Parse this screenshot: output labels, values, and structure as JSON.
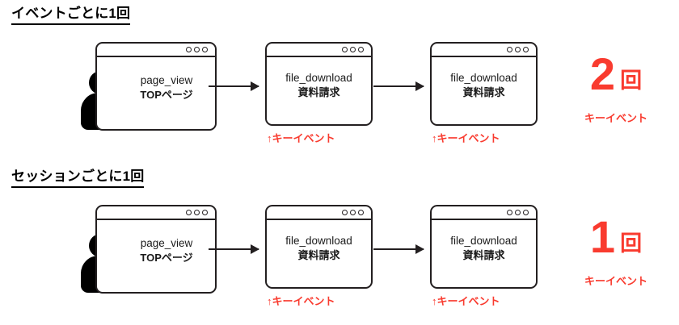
{
  "page": {
    "background_color": "#ffffff",
    "accent_red": "#f93b2f",
    "ink_black": "#231f20"
  },
  "rows": [
    {
      "title": "イベントごとに1回",
      "person_icon": "person-icon",
      "cards": [
        {
          "icon": "browser-window-icon",
          "line1": "page_view",
          "line2": "TOPページ",
          "key_event_label": null
        },
        {
          "icon": "browser-window-icon",
          "line1": "file_download",
          "line2": "資料請求",
          "key_event_label": "↑キーイベント"
        },
        {
          "icon": "browser-window-icon",
          "line1": "file_download",
          "line2": "資料請求",
          "key_event_label": "↑キーイベント"
        }
      ],
      "arrows": [
        "arrow-right-icon",
        "arrow-right-icon"
      ],
      "count": {
        "number": "2",
        "unit": "回",
        "caption": "キーイベント"
      }
    },
    {
      "title": "セッションごとに1回",
      "person_icon": "person-icon",
      "cards": [
        {
          "icon": "browser-window-icon",
          "line1": "page_view",
          "line2": "TOPページ",
          "key_event_label": null
        },
        {
          "icon": "browser-window-icon",
          "line1": "file_download",
          "line2": "資料請求",
          "key_event_label": "↑キーイベント"
        },
        {
          "icon": "browser-window-icon",
          "line1": "file_download",
          "line2": "資料請求",
          "key_event_label": "↑キーイベント"
        }
      ],
      "arrows": [
        "arrow-right-icon",
        "arrow-right-icon"
      ],
      "count": {
        "number": "1",
        "unit": "回",
        "caption": "キーイベント"
      }
    }
  ]
}
